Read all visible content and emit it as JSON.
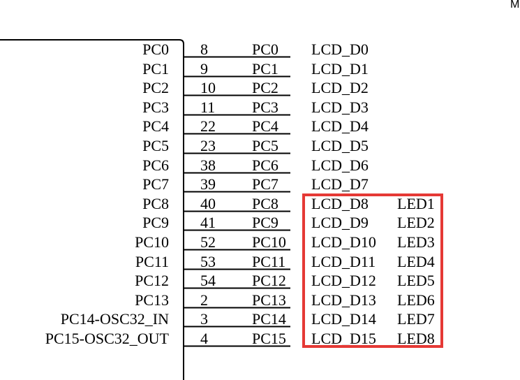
{
  "corner_label": "M",
  "colors": {
    "highlight": "#e53935",
    "lines": "#000000"
  },
  "pins": [
    {
      "port": "PC0",
      "number": "8",
      "net": "PC0",
      "lcd": "LCD_D0",
      "led": ""
    },
    {
      "port": "PC1",
      "number": "9",
      "net": "PC1",
      "lcd": "LCD_D1",
      "led": ""
    },
    {
      "port": "PC2",
      "number": "10",
      "net": "PC2",
      "lcd": "LCD_D2",
      "led": ""
    },
    {
      "port": "PC3",
      "number": "11",
      "net": "PC3",
      "lcd": "LCD_D3",
      "led": ""
    },
    {
      "port": "PC4",
      "number": "22",
      "net": "PC4",
      "lcd": "LCD_D4",
      "led": ""
    },
    {
      "port": "PC5",
      "number": "23",
      "net": "PC5",
      "lcd": "LCD_D5",
      "led": ""
    },
    {
      "port": "PC6",
      "number": "38",
      "net": "PC6",
      "lcd": "LCD_D6",
      "led": ""
    },
    {
      "port": "PC7",
      "number": "39",
      "net": "PC7",
      "lcd": "LCD_D7",
      "led": ""
    },
    {
      "port": "PC8",
      "number": "40",
      "net": "PC8",
      "lcd": "LCD_D8",
      "led": "LED1"
    },
    {
      "port": "PC9",
      "number": "41",
      "net": "PC9",
      "lcd": "LCD_D9",
      "led": "LED2"
    },
    {
      "port": "PC10",
      "number": "52",
      "net": "PC10",
      "lcd": "LCD_D10",
      "led": "LED3"
    },
    {
      "port": "PC11",
      "number": "53",
      "net": "PC11",
      "lcd": "LCD_D11",
      "led": "LED4"
    },
    {
      "port": "PC12",
      "number": "54",
      "net": "PC12",
      "lcd": "LCD_D12",
      "led": "LED5"
    },
    {
      "port": "PC13",
      "number": "2",
      "net": "PC13",
      "lcd": "LCD_D13",
      "led": "LED6"
    },
    {
      "port": "PC14-OSC32_IN",
      "number": "3",
      "net": "PC14",
      "lcd": "LCD_D14",
      "led": "LED7"
    },
    {
      "port": "PC15-OSC32_OUT",
      "number": "4",
      "net": "PC15",
      "lcd": "LCD_D15",
      "led": "LED8"
    }
  ]
}
